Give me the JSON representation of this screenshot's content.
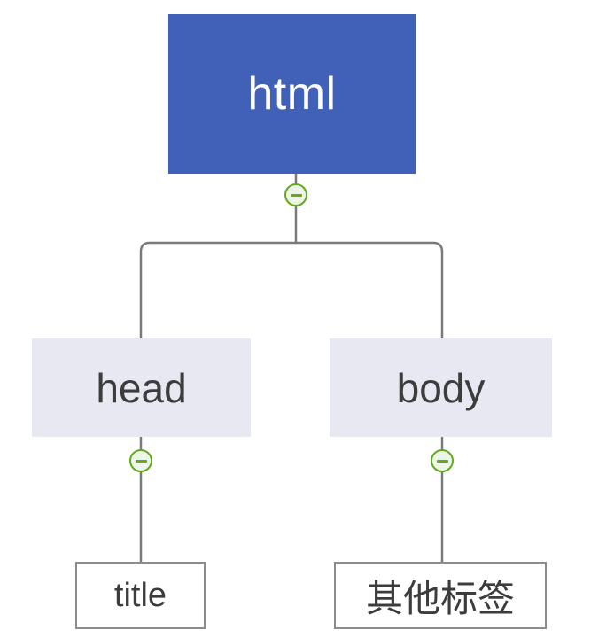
{
  "diagram": {
    "type": "tree",
    "title": "",
    "background_color": "#ffffff",
    "palette": {
      "root_fill": "#4160b8",
      "root_text": "#ffffff",
      "branch_fill": "#e8e8f2",
      "branch_text": "#3c3c3c",
      "leaf_fill": "#ffffff",
      "leaf_border": "#8c8c8c",
      "leaf_text": "#3c3c3c",
      "connector": "#7a7a7a",
      "toggle_stroke": "#5faa1e",
      "toggle_fill": "#eef5e7"
    },
    "nodes": {
      "root": {
        "label": "html",
        "level": 0
      },
      "head": {
        "label": "head",
        "level": 1
      },
      "body": {
        "label": "body",
        "level": 1
      },
      "title": {
        "label": "title",
        "level": 2
      },
      "other": {
        "label": "其他标签",
        "level": 2
      }
    },
    "toggles": {
      "root": {
        "state": "expanded",
        "icon": "minus-circle-icon"
      },
      "head": {
        "state": "expanded",
        "icon": "minus-circle-icon"
      },
      "body": {
        "state": "expanded",
        "icon": "minus-circle-icon"
      }
    },
    "edges": [
      {
        "from": "html",
        "to": "head"
      },
      {
        "from": "html",
        "to": "body"
      },
      {
        "from": "head",
        "to": "title"
      },
      {
        "from": "body",
        "to": "其他标签"
      }
    ]
  }
}
